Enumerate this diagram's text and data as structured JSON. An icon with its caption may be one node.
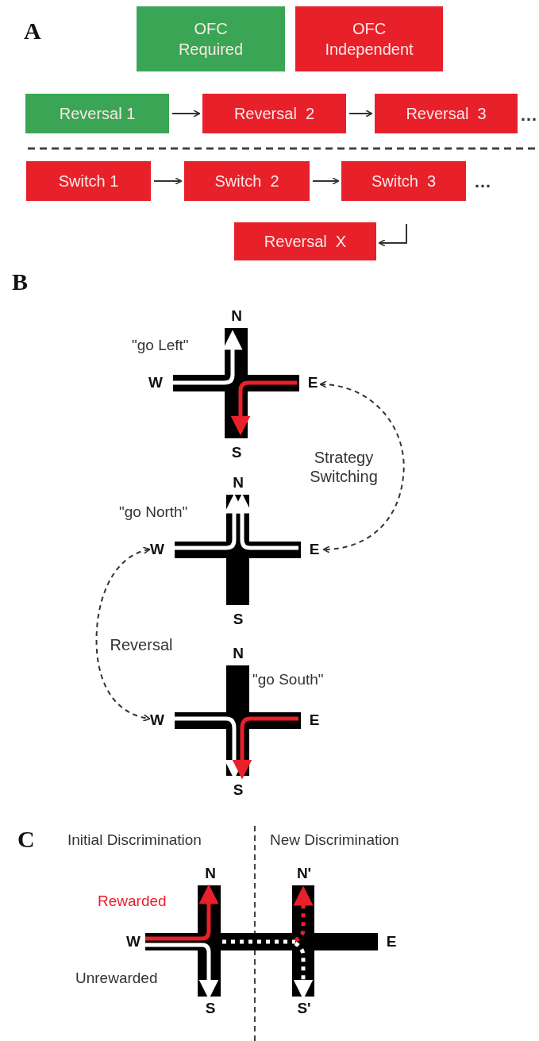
{
  "diagram": {
    "nodes": [
      {
        "text": [
          "OFC Required"
        ]
      },
      {
        "text": [
          "OFC Independent"
        ]
      },
      {
        "text": [
          "Reversal 1"
        ]
      },
      {
        "text": [
          "Reversal  2"
        ]
      },
      {
        "text": [
          "Reversal  3"
        ],
        "beside": [
          "…"
        ]
      },
      {
        "text": [
          "Switch 1"
        ]
      },
      {
        "text": [
          "Switch  2"
        ]
      },
      {
        "text": [
          "Switch  3"
        ],
        "beside": [
          "…"
        ]
      },
      {
        "text": [
          "Reversal  X"
        ]
      },
      {
        "text": [
          "N",
          "\"go Left\"",
          "W",
          "E",
          "S"
        ]
      },
      {
        "text": [
          "N",
          "\"go North\"",
          "W",
          "E",
          "S"
        ]
      },
      {
        "text": [
          "N",
          "\"go South\"",
          "W",
          "E",
          "S"
        ]
      },
      {
        "text": [
          "N",
          "N'",
          "W",
          "E",
          "S",
          "S'"
        ]
      }
    ],
    "edges": [
      {
        "from": 2,
        "to": 3,
        "arrow": "to"
      },
      {
        "from": 3,
        "to": 4,
        "arrow": "to"
      },
      {
        "from": 5,
        "to": 6,
        "arrow": "to"
      },
      {
        "from": 6,
        "to": 7,
        "arrow": "to"
      },
      {
        "from": null,
        "to": 8,
        "arrow": "to"
      },
      {
        "from": 9,
        "to": 10,
        "arrow": "both",
        "style": "dashed",
        "label": "Strategy Switching"
      },
      {
        "from": 10,
        "to": 11,
        "arrow": "both",
        "style": "dashed",
        "label": "Reversal"
      }
    ],
    "labels": [
      "A",
      "B",
      "C",
      "Initial Discrimination",
      "New Discrimination",
      "Rewarded",
      "Unrewarded"
    ]
  }
}
